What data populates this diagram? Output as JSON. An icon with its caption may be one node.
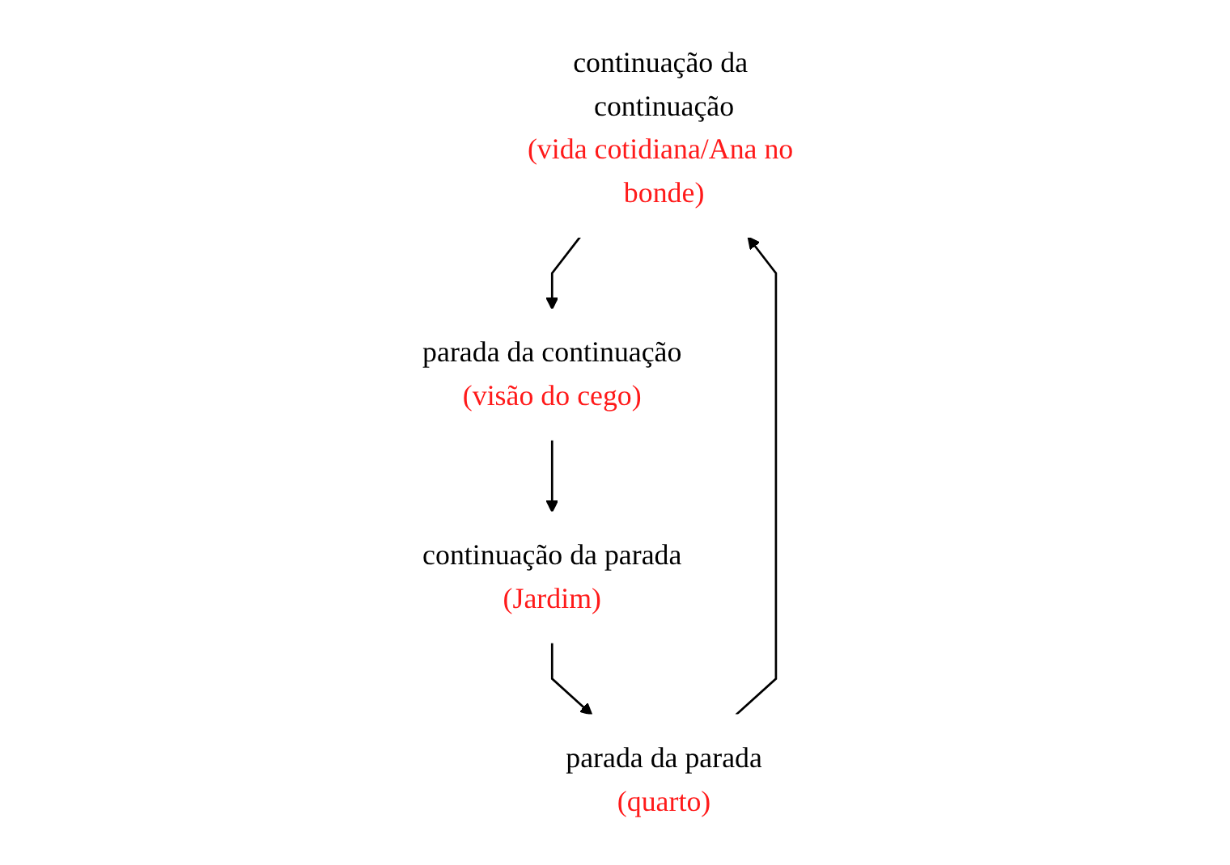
{
  "diagram": {
    "nodes": [
      {
        "text": [
          "continuação da continuação",
          "(vida cotidiana/Ana no bonde)"
        ]
      },
      {
        "text": [
          "continuação da parada",
          "(Jardim)"
        ]
      },
      {
        "text": [
          "parada da parada",
          "(quarto)"
        ]
      },
      {
        "text": [
          "parada da continuação",
          "(visão do cego)"
        ]
      }
    ],
    "edges": [
      {
        "from": 2,
        "to": 0,
        "arrow": "to"
      },
      {
        "from": 0,
        "to": 3,
        "arrow": "to"
      },
      {
        "from": 1,
        "to": 2,
        "arrow": "to"
      },
      {
        "from": 3,
        "to": 1,
        "arrow": "to"
      }
    ]
  }
}
